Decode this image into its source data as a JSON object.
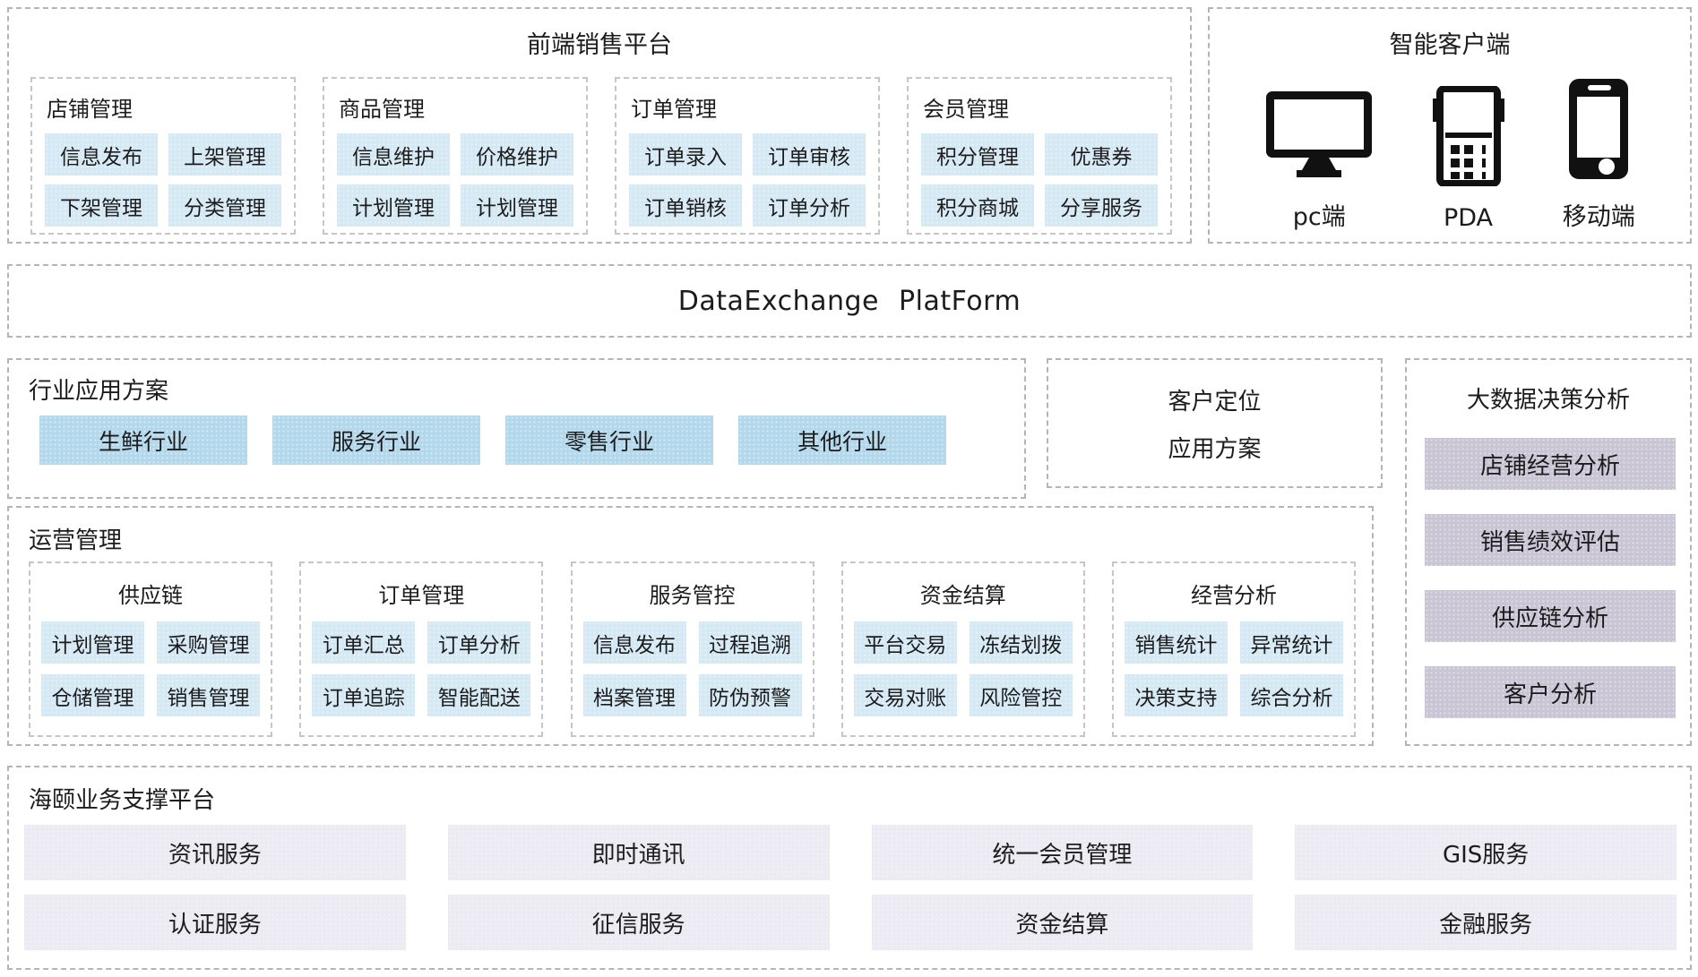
{
  "front_platform": {
    "title": "前端销售平台",
    "groups": [
      {
        "title": "店铺管理",
        "items": [
          "信息发布",
          "上架管理",
          "下架管理",
          "分类管理"
        ]
      },
      {
        "title": "商品管理",
        "items": [
          "信息维护",
          "价格维护",
          "计划管理",
          "计划管理"
        ]
      },
      {
        "title": "订单管理",
        "items": [
          "订单录入",
          "订单审核",
          "订单销核",
          "订单分析"
        ]
      },
      {
        "title": "会员管理",
        "items": [
          "积分管理",
          "优惠券",
          "积分商城",
          "分享服务"
        ]
      }
    ]
  },
  "smart_client": {
    "title": "智能客户端",
    "devices": [
      {
        "icon": "monitor-icon",
        "label": "pc端"
      },
      {
        "icon": "pda-icon",
        "label": "PDA"
      },
      {
        "icon": "mobile-icon",
        "label": "移动端"
      }
    ]
  },
  "data_exchange": {
    "title": "DataExchange PlatForm"
  },
  "industry_solutions": {
    "title": "行业应用方案",
    "items": [
      "生鲜行业",
      "服务行业",
      "零售行业",
      "其他行业"
    ]
  },
  "customer_positioning": {
    "line1": "客户定位",
    "line2": "应用方案"
  },
  "big_data": {
    "title": "大数据决策分析",
    "items": [
      "店铺经营分析",
      "销售绩效评估",
      "供应链分析",
      "客户分析"
    ]
  },
  "operations": {
    "title": "运营管理",
    "groups": [
      {
        "title": "供应链",
        "items": [
          "计划管理",
          "采购管理",
          "仓储管理",
          "销售管理"
        ]
      },
      {
        "title": "订单管理",
        "items": [
          "订单汇总",
          "订单分析",
          "订单追踪",
          "智能配送"
        ]
      },
      {
        "title": "服务管控",
        "items": [
          "信息发布",
          "过程追溯",
          "档案管理",
          "防伪预警"
        ]
      },
      {
        "title": "资金结算",
        "items": [
          "平台交易",
          "冻结划拨",
          "交易对账",
          "风险管控"
        ]
      },
      {
        "title": "经营分析",
        "items": [
          "销售统计",
          "异常统计",
          "决策支持",
          "综合分析"
        ]
      }
    ]
  },
  "support_platform": {
    "title": "海颐业务支撑平台",
    "items": [
      "资讯服务",
      "即时通讯",
      "统一会员管理",
      "GIS服务",
      "认证服务",
      "征信服务",
      "资金结算",
      "金融服务"
    ]
  },
  "colors": {
    "chip_blue": "#d5e9f4",
    "chip_blue_strong": "#b3d8ec",
    "chip_gray_lavender": "#c9c5d5",
    "chip_light_lavender": "#eceaf2",
    "dashed_border": "#b5b5b5",
    "icon_black": "#111111"
  }
}
